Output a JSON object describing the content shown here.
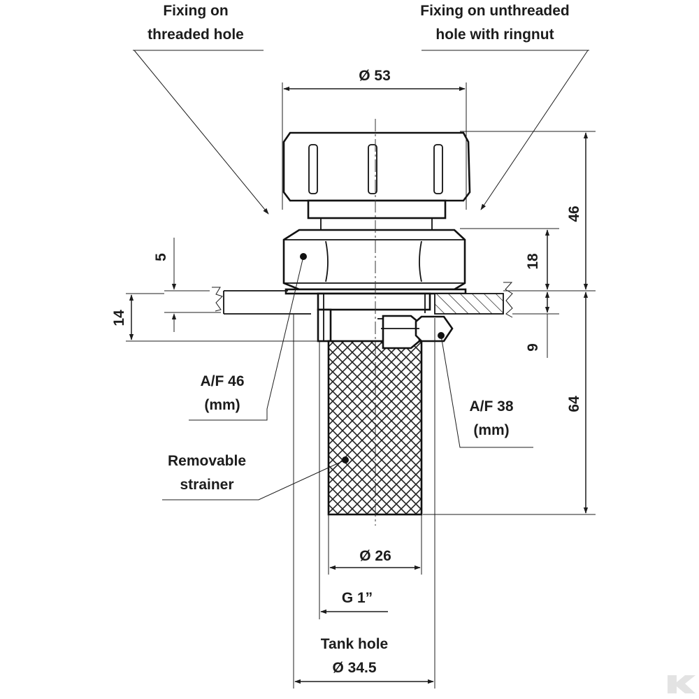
{
  "labels": {
    "fixing_threaded_line1": "Fixing on",
    "fixing_threaded_line2": "threaded hole",
    "fixing_unthreaded_line1": "Fixing on unthreaded",
    "fixing_unthreaded_line2": "hole with ringnut",
    "af46_line1": "A/F 46",
    "af46_line2": "(mm)",
    "af38_line1": "A/F 38",
    "af38_line2": "(mm)",
    "strainer_line1": "Removable",
    "strainer_line2": "strainer",
    "tank_hole_line1": "Tank hole",
    "tank_hole_line2": "Ø 34.5"
  },
  "dimensions": {
    "diameter_top": "Ø 53",
    "height_total": "46",
    "height_nut": "18",
    "d5": "5",
    "d14": "14",
    "d9": "9",
    "d64": "64",
    "strainer_diameter": "Ø 26",
    "thread": "G 1”"
  }
}
